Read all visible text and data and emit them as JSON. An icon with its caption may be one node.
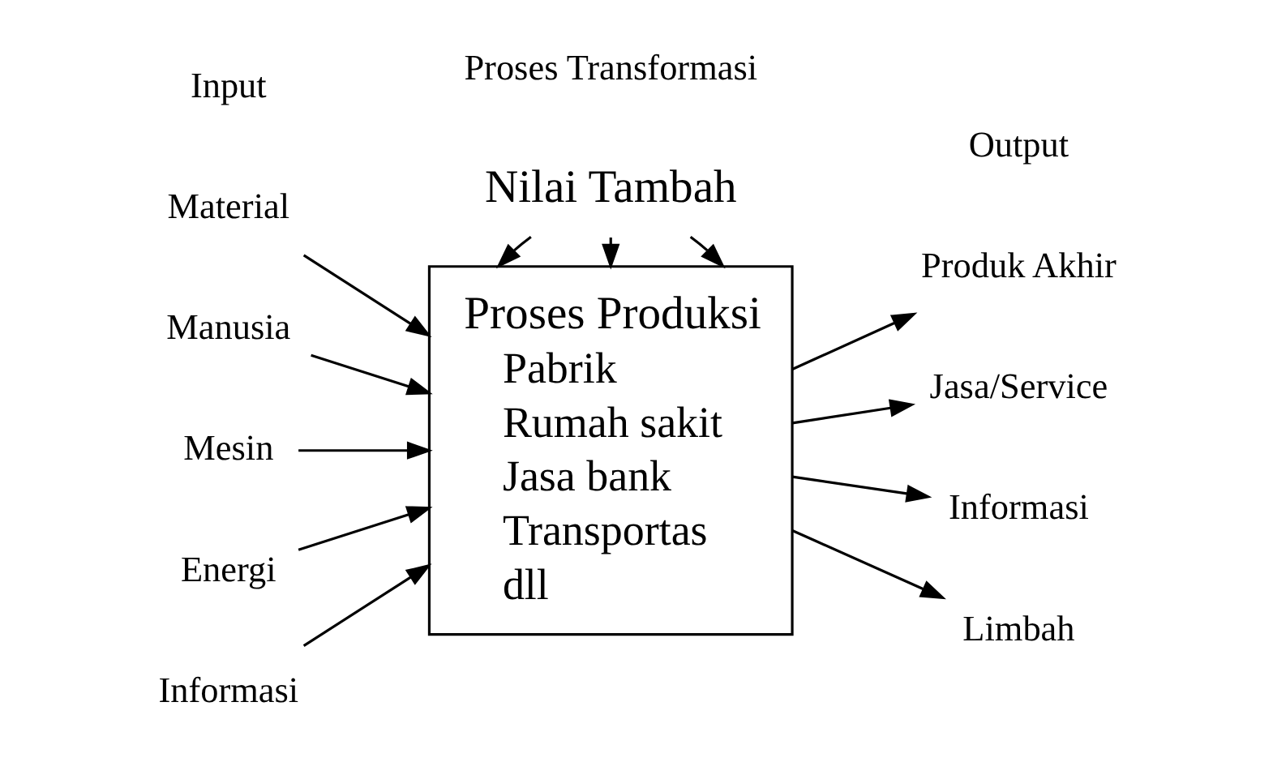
{
  "diagram": {
    "nodes": [
      {
        "text": [
          "Nilai Tambah"
        ]
      },
      {
        "text": [
          "Material"
        ]
      },
      {
        "text": [
          "Manusia"
        ]
      },
      {
        "text": [
          "Mesin"
        ]
      },
      {
        "text": [
          "Energi"
        ]
      },
      {
        "text": [
          "Informasi"
        ]
      },
      {
        "text": [
          "Proses Produksi",
          "Pabrik",
          "Rumah sakit",
          "Jasa bank",
          "Transportas",
          "dll"
        ]
      },
      {
        "text": [
          "Produk Akhir"
        ]
      },
      {
        "text": [
          "Jasa/Service"
        ]
      },
      {
        "text": [
          "Informasi"
        ]
      },
      {
        "text": [
          "Limbah"
        ]
      }
    ],
    "edges": [
      {
        "from": 0,
        "to": 6,
        "arrow": "to"
      },
      {
        "from": 0,
        "to": 6,
        "arrow": "to"
      },
      {
        "from": 0,
        "to": 6,
        "arrow": "to"
      },
      {
        "from": 1,
        "to": 6,
        "arrow": "to"
      },
      {
        "from": 2,
        "to": 6,
        "arrow": "to"
      },
      {
        "from": 3,
        "to": 6,
        "arrow": "to"
      },
      {
        "from": 4,
        "to": 6,
        "arrow": "to"
      },
      {
        "from": 5,
        "to": 6,
        "arrow": "to"
      },
      {
        "from": 6,
        "to": 7,
        "arrow": "to"
      },
      {
        "from": 6,
        "to": 8,
        "arrow": "to"
      },
      {
        "from": 6,
        "to": 9,
        "arrow": "to"
      },
      {
        "from": 6,
        "to": 10,
        "arrow": "to"
      }
    ],
    "labels": [
      "Input",
      "Output",
      "Proses Transformasi"
    ]
  }
}
